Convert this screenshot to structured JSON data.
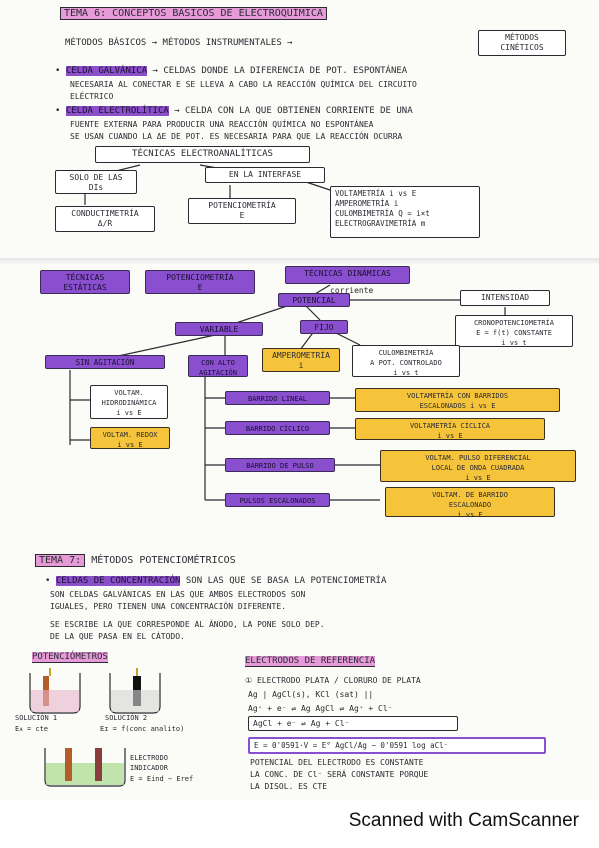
{
  "page": {
    "tema6_title": "TEMA 6: CONCEPTOS BÁSICOS DE ELECTROQUÍMICA",
    "line_methods": "MÉTODOS BÁSICOS → MÉTODOS INSTRUMENTALES →",
    "methods_box": "MÉTODOS CINÉTICOS",
    "celda_galvanica_label": "CELDA GALVÁNICA",
    "celda_galvanica_text_1": "→ CELDAS DONDE LA DIFERENCIA DE POT. ESPONTÁNEA",
    "celda_galvanica_text_2": "NECESARIA AL CONECTAR E SE LLEVA A CABO LA REACCIÓN QUÍMICA DEL CIRCUITO",
    "celda_galvanica_text_3": "ELÉCTRICO",
    "celda_electrolitica_label": "CELDA ELECTROLÍTICA",
    "celda_electrolitica_text_1": "→ CELDA CON LA QUE OBTIENEN CORRIENTE DE UNA",
    "celda_electrolitica_text_2": "FUENTE EXTERNA PARA PRODUCIR UNA REACCIÓN QUÍMICA NO ESPONTÁNEA",
    "celda_electrolitica_text_3": "SE USAN CUANDO LA ΔE DE POT. ES NECESARIA PARA QUE LA REACCIÓN OCURRA",
    "tecnicas_title": "TÉCNICAS ELECTROANALÍTICAS",
    "map1_left": "SOLO DE LAS\nDIs",
    "map1_right": "EN LA INTERFASE",
    "map1_box_a": "CONDUCTIMETRÍA\nΔ/R",
    "map1_box_b": "POTENCIOMETRÍA\nE",
    "map1_box_c": "VOLTAMETRÍA  i vs E\nAMPEROMETRÍA  i\nCULOMBIMETRÍA  Q = i×t\nELECTROGRAVIMETRÍA  m",
    "map2_a": "TÉCNICAS ESTÁTICAS",
    "map2_b": "POTENCIOMETRÍA\nE",
    "map2_c": "TÉCNICAS DINÁMICAS",
    "map2_c_sub": "corriente",
    "map2_potencial": "POTENCIAL",
    "map2_intensidad": "INTENSIDAD",
    "map2_cronopot": "CRONOPOTENCIOMETRÍA\nE = f(t) CONSTANTE\ni vs t",
    "map2_variable": "VARIABLE",
    "map2_fijo": "FIJO",
    "map2_ampero": "AMPEROMETRÍA\ni",
    "map2_culombi": "CULOMBIMETRÍA\nA POT. CONTROLADO\ni vs t",
    "map2_sin_agit": "SIN AGITACIÓN",
    "map2_con_agit": "CON ALTO\nAGITACIÓN",
    "map2_volt_hidro": "VOLTAM.\nHIDRODINÁMICA\ni vs E",
    "map2_volt_redox": "VOLTAM. REDOX\ni vs E",
    "map2_barrido_lineal": "BARRIDO LINEAL",
    "map2_barrido_ciclico": "BARRIDO CÍCLICO",
    "map2_barrido_pulso": "BARRIDO DE PULSO",
    "map2_pulsos_escalonados": "PULSOS ESCALONADOS",
    "map2_y_lineal": "VOLTAMETRÍA CON BARRIDOS\nESCALONADOS  i vs E",
    "map2_y_ciclica": "VOLTAMETRÍA CÍCLICA\ni vs E",
    "map2_y_pulso": "VOLTAM. PULSO DIFERENCIAL\nLOCAL DE ONDA CUADRADA\ni vs E",
    "map2_y_esc": "VOLTAM. DE BARRIDO\nESCALONADO\ni vs E",
    "tema7_title": "TEMA 7:",
    "tema7_subtitle": "MÉTODOS POTENCIOMÉTRICOS",
    "celdas_conc_label": "CELDAS DE CONCENTRACIÓN",
    "celdas_conc_text_1": "SON LAS QUE SE BASA LA POTENCIOMETRÍA",
    "celdas_conc_text_2": "SON CELDAS GALVÁNICAS EN LAS QUE AMBOS ELECTRODOS SON",
    "celdas_conc_text_3": "IGUALES, PERO TIENEN UNA CONCENTRACIÓN DIFERENTE.",
    "celdas_conc_text_4": "SE ESCRIBE LA QUE CORRESPONDE AL ÁNODO, LA PONE SOLO DEP.",
    "celdas_conc_text_5": "DE LA QUE PASA EN EL CÁTODO.",
    "potenciometros_title": "POTENCIÓMETROS",
    "electrodo_label_1": "SOLUCIÓN 1",
    "electrodo_label_2": "SOLUCIÓN 2",
    "e_ref_label": "Eᴀ = cte",
    "e_ind_label": "Eɪ = f(conc analito)",
    "ind_note": "ELECTRODO\nINDICADOR",
    "cell_formula": "E = Eind − Eref",
    "electrodos_ref_title": "ELECTRODOS DE REFERENCIA",
    "ref_1": "① ELECTRODO PLATA / CLORURO DE PLATA",
    "ref_2": "Ag | AgCl(s), KCl (sat) ||",
    "ref_3": "Ag⁺ + e⁻ ⇌ Ag      AgCl ⇌ Ag⁺ + Cl⁻",
    "ref_4": "AgCl + e⁻ ⇌ Ag + Cl⁻",
    "ref_5": "E = 0'0591·V = E° AgCl/Ag − 0'0591 log aCl⁻",
    "ref_6": "POTENCIAL DEL ELECTRODO ES CONSTANTE",
    "ref_7": "LA CONC. DE Cl⁻ SERÁ CONSTANTE PORQUE",
    "ref_8": "LA DISOL. ES CTE",
    "footer_text": "Scanned with CamScanner"
  },
  "colors": {
    "paper": "#fbfbf7",
    "highlight_pink": "#e79ad8",
    "highlight_purple": "#8b4fc9",
    "box_purple": "#8a4fcf",
    "box_yellow": "#f6c43a",
    "ink": "#2a2a33"
  }
}
